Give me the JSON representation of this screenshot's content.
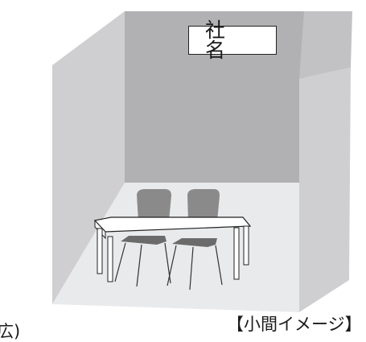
{
  "sign": {
    "company_name": "社 名"
  },
  "caption": {
    "booth_image": "【小間イメージ】"
  },
  "cut_note": "広)",
  "colors": {
    "back_wall": "#b1b1b3",
    "side_wall": "#cfcfd1",
    "floor": "#e9eaec",
    "chair": "#8a8a8a",
    "table_top": "#ffffff",
    "outline": "#222222"
  }
}
